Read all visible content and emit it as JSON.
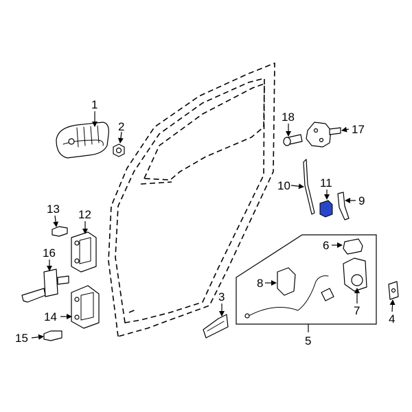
{
  "diagram": {
    "highlight_color": "#2a46c8",
    "callouts": [
      "1",
      "2",
      "3",
      "4",
      "5",
      "6",
      "7",
      "8",
      "9",
      "10",
      "11",
      "12",
      "13",
      "14",
      "15",
      "16",
      "17",
      "18"
    ]
  }
}
